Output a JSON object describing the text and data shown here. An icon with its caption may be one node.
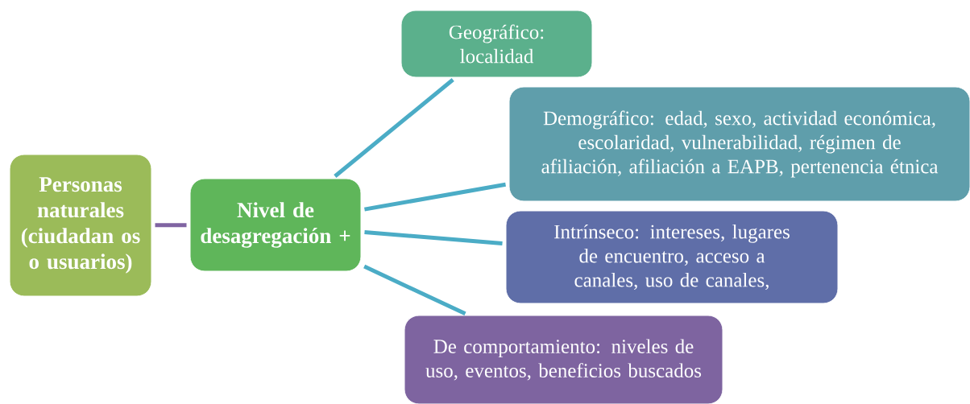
{
  "diagram": {
    "nodes": [
      {
        "text": [
          "Personas naturales (ciudadan os o usuarios)"
        ]
      },
      {
        "text": [
          "Nivel de desagregación +"
        ]
      },
      {
        "text": [
          "Geográfico: localidad"
        ]
      },
      {
        "text": [
          "Demográfico: edad, sexo, actividad económica, escolaridad, vulnerabilidad, régimen de afiliación, afiliación a EAPB, pertenencia étnica"
        ]
      },
      {
        "text": [
          "Intrínseco: intereses, lugares de encuentro, acceso a canales, uso de canales,"
        ]
      },
      {
        "text": [
          "De comportamiento: niveles de uso, eventos, beneficios buscados"
        ]
      }
    ],
    "edges": [
      {
        "from": 0,
        "to": 1,
        "arrow": "none",
        "color": "#8064a2"
      },
      {
        "from": 1,
        "to": 2,
        "arrow": "none"
      },
      {
        "from": 1,
        "to": 3,
        "arrow": "none"
      },
      {
        "from": 1,
        "to": 4,
        "arrow": "none"
      },
      {
        "from": 1,
        "to": 5,
        "arrow": "none"
      }
    ]
  }
}
